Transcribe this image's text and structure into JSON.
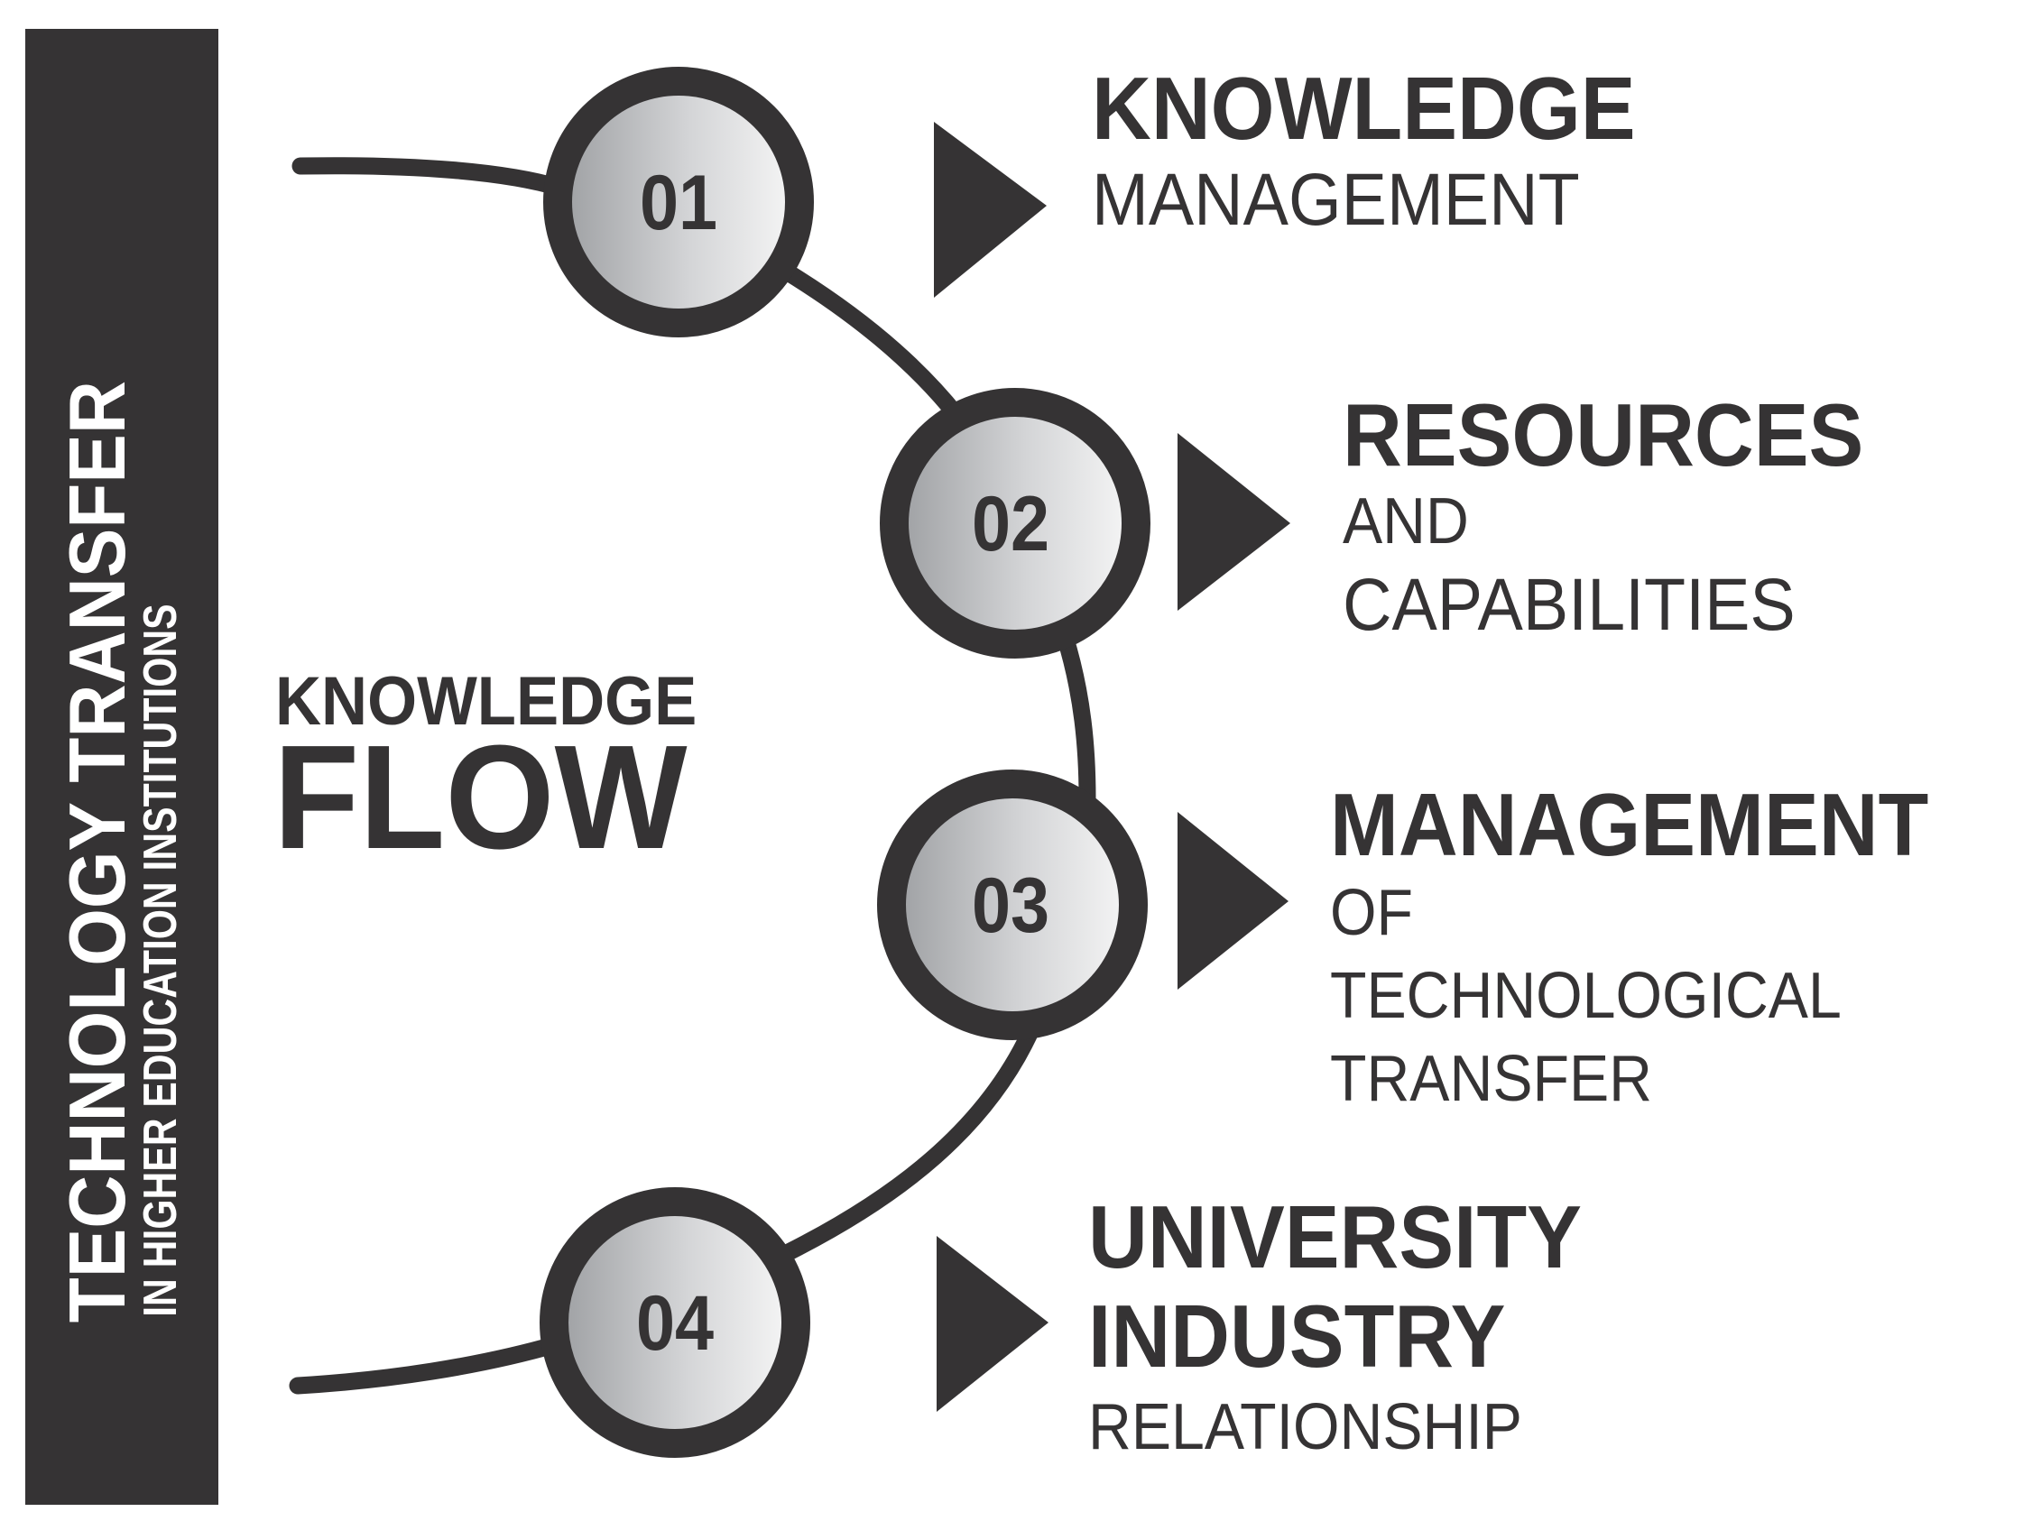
{
  "banner": {
    "title": "TECHNOLOGY TRANSFER",
    "subtitle": "IN HIGHER EDUCATION INSTITUTIONS"
  },
  "center": {
    "line1": "KNOWLEDGE",
    "line2": "FLOW"
  },
  "colors": {
    "dark": "#353334",
    "circle_gradient_start": "#9c9ea1",
    "circle_gradient_end": "#f7f7f7",
    "background": "#ffffff"
  },
  "items": [
    {
      "number": "01",
      "bold": [
        "KNOWLEDGE"
      ],
      "light": [
        "MANAGEMENT"
      ]
    },
    {
      "number": "02",
      "bold": [
        "RESOURCES"
      ],
      "light": [
        "AND",
        "CAPABILITIES"
      ]
    },
    {
      "number": "03",
      "bold": [
        "MANAGEMENT"
      ],
      "light": [
        "OF",
        "TECHNOLOGICAL",
        "TRANSFER"
      ]
    },
    {
      "number": "04",
      "bold": [
        "UNIVERSITY",
        "INDUSTRY"
      ],
      "light": [
        "RELATIONSHIP"
      ]
    }
  ]
}
